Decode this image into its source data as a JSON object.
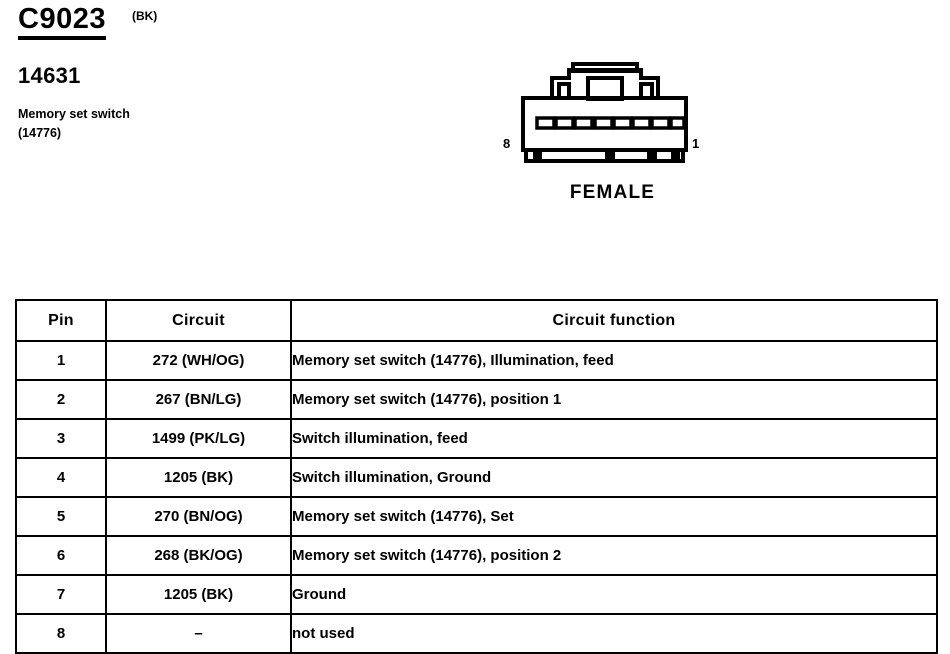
{
  "header": {
    "connector_id": "C9023",
    "color_code": "(BK)",
    "part_number": "14631",
    "component_name": "Memory set switch",
    "component_number": "(14776)"
  },
  "connector": {
    "gender_label": "FEMALE",
    "left_pin_label": "8",
    "right_pin_label": "1",
    "cavity_count": 8
  },
  "table": {
    "headers": {
      "pin": "Pin",
      "circuit": "Circuit",
      "function": "Circuit function"
    },
    "rows": [
      {
        "pin": "1",
        "circuit": "272 (WH/OG)",
        "function": "Memory set switch (14776), Illumination, feed"
      },
      {
        "pin": "2",
        "circuit": "267 (BN/LG)",
        "function": "Memory set switch (14776), position 1"
      },
      {
        "pin": "3",
        "circuit": "1499 (PK/LG)",
        "function": "Switch illumination, feed"
      },
      {
        "pin": "4",
        "circuit": "1205 (BK)",
        "function": "Switch illumination, Ground"
      },
      {
        "pin": "5",
        "circuit": "270 (BN/OG)",
        "function": "Memory set switch (14776), Set"
      },
      {
        "pin": "6",
        "circuit": "268 (BK/OG)",
        "function": "Memory set switch (14776), position 2"
      },
      {
        "pin": "7",
        "circuit": "1205 (BK)",
        "function": "Ground"
      },
      {
        "pin": "8",
        "circuit": "–",
        "function": "not used"
      }
    ]
  },
  "colors": {
    "ink": "#000000",
    "paper": "#ffffff"
  }
}
